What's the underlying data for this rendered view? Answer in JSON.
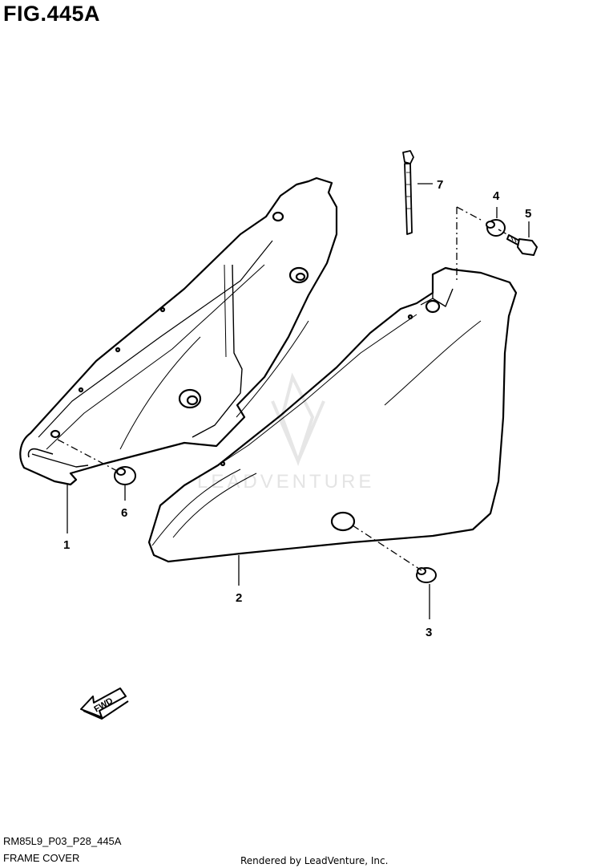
{
  "figure": {
    "title": "FIG.445A",
    "code": "RM85L9_P03_P28_445A",
    "name": "FRAME COVER",
    "credit": "Rendered by LeadVenture, Inc.",
    "watermark": "LEADVENTURE",
    "direction_label": "FWD"
  },
  "callouts": [
    "1",
    "2",
    "3",
    "4",
    "5",
    "6",
    "7"
  ]
}
